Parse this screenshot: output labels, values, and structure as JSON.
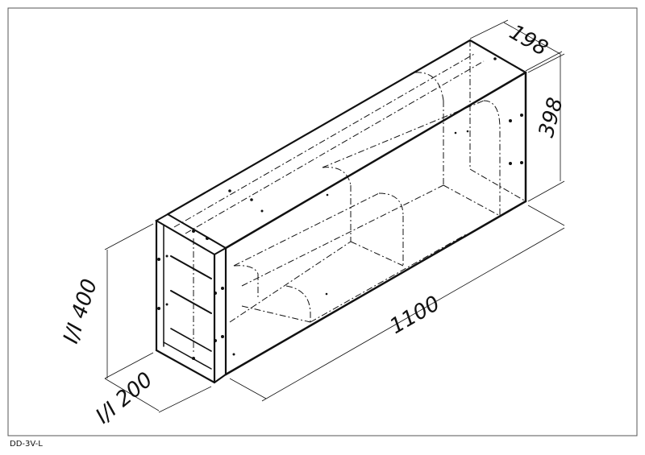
{
  "drawing": {
    "code": "DD-3V-L",
    "dimensions": {
      "depth_right": "198",
      "height_right": "398",
      "length": "1100",
      "inner_height": "I/I 400",
      "inner_depth": "I/I 200"
    }
  },
  "colors": {
    "line": "#111111",
    "frame": "#555555"
  }
}
